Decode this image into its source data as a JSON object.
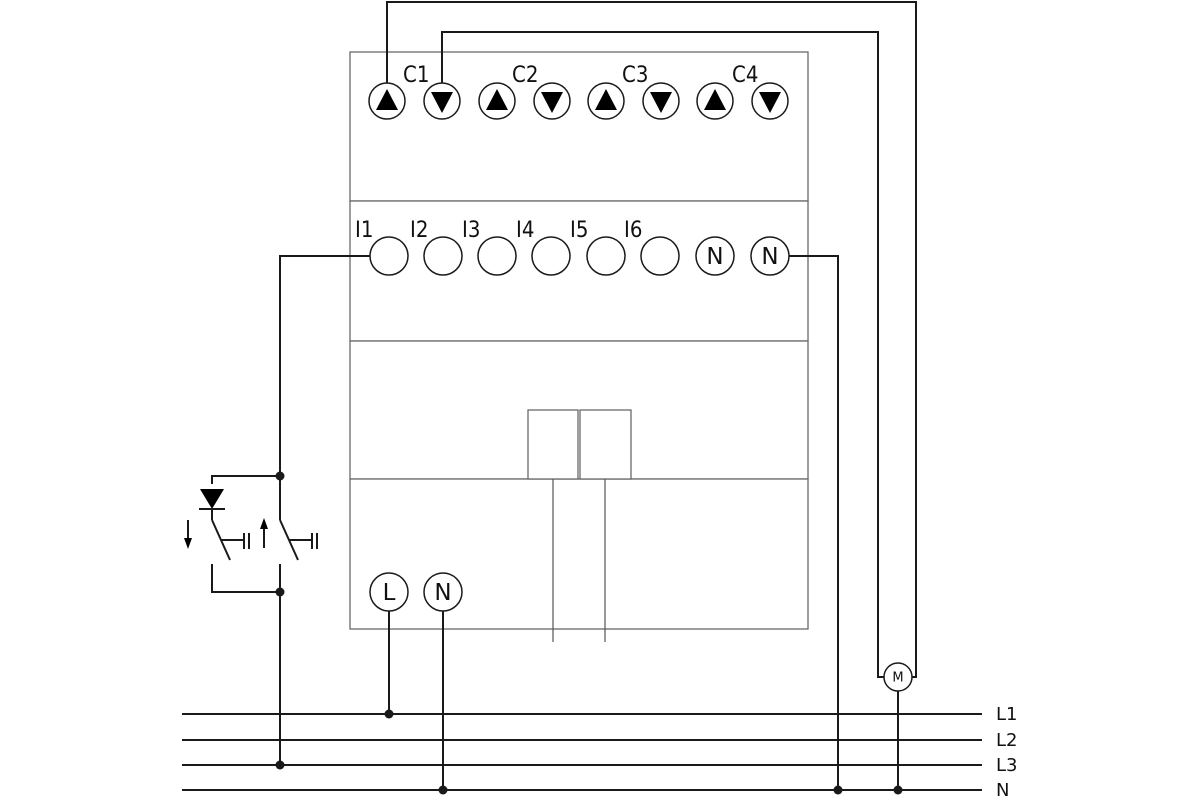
{
  "output_labels": [
    "C1",
    "C2",
    "C3",
    "C4"
  ],
  "input_labels": [
    "I1",
    "I2",
    "I3",
    "I4",
    "I5",
    "I6"
  ],
  "n_terminal_label": "N",
  "supply_labels": {
    "l": "L",
    "n": "N"
  },
  "bus_labels": [
    "L1",
    "L2",
    "L3",
    "N"
  ],
  "motor_label": "M"
}
